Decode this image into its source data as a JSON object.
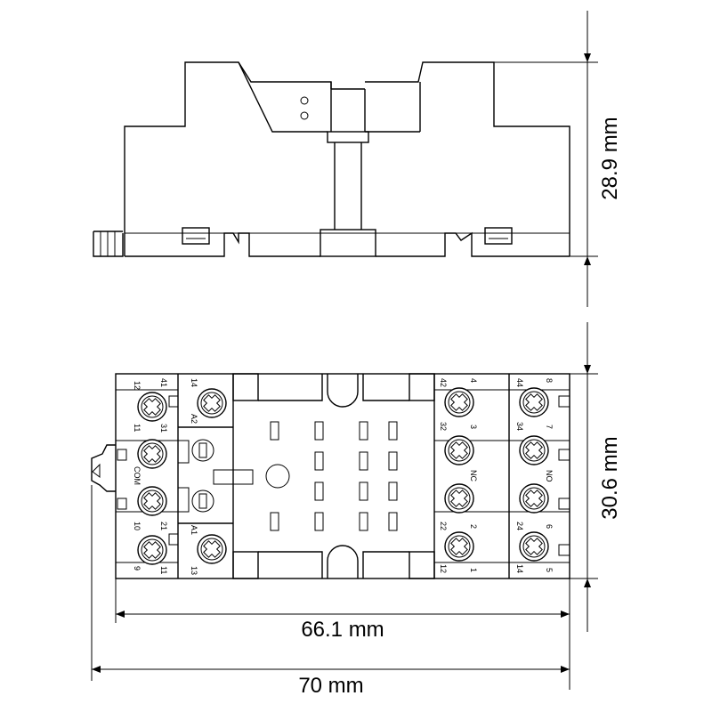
{
  "dimensions": {
    "height_side": "28.9 mm",
    "height_top": "30.6 mm",
    "width_inner": "66.1 mm",
    "width_outer": "70 mm"
  },
  "terminals": {
    "col1": {
      "t1": "12",
      "t1b": "41",
      "t2": "11",
      "t2b": "31",
      "t3": "COM",
      "t4": "10",
      "t4b": "21",
      "t5": "9",
      "t5b": "11"
    },
    "col2": {
      "top_a": "14",
      "top_b": "A2",
      "bot_a": "A1",
      "bot_b": "13"
    },
    "col3": {
      "a1": "42",
      "b1": "4",
      "a2": "32",
      "b2": "3",
      "a3": "NC",
      "a4": "22",
      "b4": "2",
      "a5": "12",
      "b5": "1"
    },
    "col4": {
      "a1": "44",
      "b1": "8",
      "a2": "34",
      "b2": "7",
      "a3": "NO",
      "a4": "24",
      "b4": "6",
      "a5": "14",
      "b5": "5"
    }
  }
}
